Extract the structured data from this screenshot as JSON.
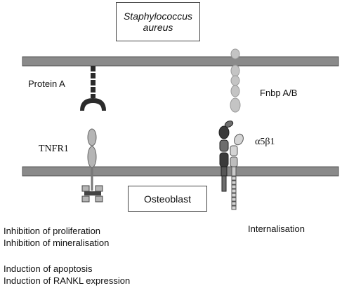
{
  "title_box": {
    "line1": "Staphylococcus",
    "line2": "aureus"
  },
  "cell_box": "Osteoblast",
  "labels": {
    "protein_a": "Protein A",
    "fnbp": "Fnbp A/B",
    "tnfr1": "TNFR1",
    "integrin": "α5β1",
    "internalisation": "Internalisation"
  },
  "effects": [
    "Inhibition of proliferation",
    "Inhibition of mineralisation",
    "Induction of apoptosis",
    "Induction of RANKL expression"
  ],
  "colors": {
    "membrane": "#8a8a8a",
    "protein_a": "#2b2b2b",
    "fnbp": "#c4c4c4",
    "tnfr1": "#b5b5b5",
    "alpha_dark": "#3a3a3a",
    "alpha_mid": "#6e6e6e",
    "beta_light": "#d4d4d4"
  }
}
